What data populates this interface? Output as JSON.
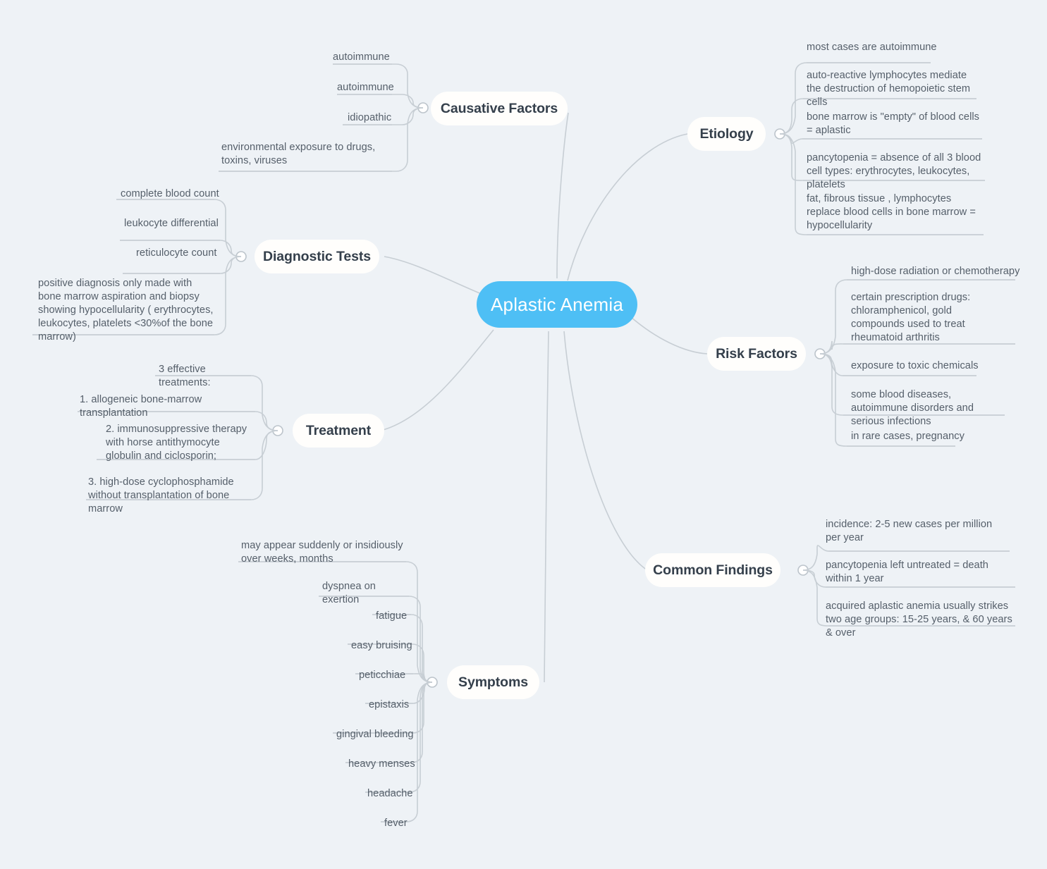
{
  "meta": {
    "type": "mindmap",
    "background_color": "#eef2f6",
    "root_color": "#4ebff5",
    "branch_node_color": "#fffefc",
    "line_color": "#c7ced4",
    "leaf_text_color": "#555f6a",
    "branch_text_color": "#343f4b"
  },
  "root": {
    "label": "Aplastic Anemia"
  },
  "branches": [
    {
      "id": "causative-factors",
      "label": "Causative Factors",
      "side": "left",
      "leaves": [
        {
          "text": "autoimmune"
        },
        {
          "text": "autoimmune"
        },
        {
          "text": "idiopathic"
        },
        {
          "text": "environmental exposure to drugs, toxins, viruses"
        }
      ]
    },
    {
      "id": "diagnostic-tests",
      "label": "Diagnostic Tests",
      "side": "left",
      "leaves": [
        {
          "text": "complete blood count"
        },
        {
          "text": "leukocyte differential"
        },
        {
          "text": "reticulocyte count"
        },
        {
          "text": "positive diagnosis only made with bone marrow aspiration and biopsy showing hypocellularity (  erythrocytes, leukocytes, platelets <30%of the bone marrow)"
        }
      ]
    },
    {
      "id": "treatment",
      "label": "Treatment",
      "side": "left",
      "leaves": [
        {
          "text": "3 effective treatments:"
        },
        {
          "text": "1. allogeneic bone-marrow transplantation"
        },
        {
          "text": "2. immunosuppressive therapy with horse antithymocyte globulin and ciclosporin;"
        },
        {
          "text": "3. high-dose cyclophosphamide without transplantation of bone marrow"
        }
      ]
    },
    {
      "id": "symptoms",
      "label": "Symptoms",
      "side": "left",
      "leaves": [
        {
          "text": "may appear suddenly or insidiously over weeks, months"
        },
        {
          "text": "dyspnea on exertion"
        },
        {
          "text": "fatigue"
        },
        {
          "text": "easy bruising"
        },
        {
          "text": "peticchiae"
        },
        {
          "text": "epistaxis"
        },
        {
          "text": "gingival bleeding"
        },
        {
          "text": "heavy menses"
        },
        {
          "text": "headache"
        },
        {
          "text": "fever"
        }
      ]
    },
    {
      "id": "etiology",
      "label": "Etiology",
      "side": "right",
      "leaves": [
        {
          "text": "most cases  are autoimmune"
        },
        {
          "text": "auto-reactive lymphocytes mediate the destruction of hemopoietic stem cells"
        },
        {
          "text": "bone marrow is \"empty\" of blood cells = aplastic"
        },
        {
          "text": "pancytopenia = absence of all 3 blood cell types: erythrocytes, leukocytes, platelets"
        },
        {
          "text": "fat, fibrous tissue , lymphocytes replace blood cells in bone marrow = hypocellularity"
        }
      ]
    },
    {
      "id": "risk-factors",
      "label": "Risk Factors",
      "side": "right",
      "leaves": [
        {
          "text": "high-dose radiation or chemotherapy"
        },
        {
          "text": "certain prescription drugs: chloramphenicol, gold compounds used to treat rheumatoid arthritis"
        },
        {
          "text": "exposure to toxic chemicals"
        },
        {
          "text": "some blood diseases, autoimmune disorders and serious infections"
        },
        {
          "text": "in rare cases, pregnancy"
        }
      ]
    },
    {
      "id": "common-findings",
      "label": "Common Findings",
      "side": "right",
      "leaves": [
        {
          "text": "incidence: 2-5 new cases per million per year"
        },
        {
          "text": "pancytopenia left untreated = death within 1 year"
        },
        {
          "text": "acquired aplastic anemia usually strikes two age groups: 15-25 years, & 60 years & over"
        }
      ]
    }
  ]
}
